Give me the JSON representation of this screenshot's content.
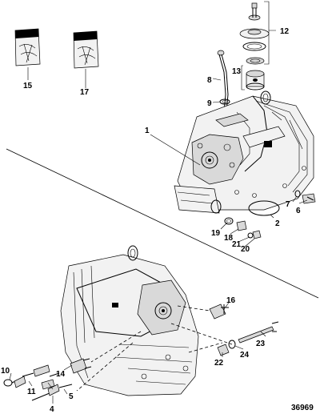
{
  "figure_number": "36969",
  "callouts": {
    "c1": "1",
    "c2": "2",
    "c4": "4",
    "c5": "5",
    "c6": "6",
    "c7": "7",
    "c8": "8",
    "c9": "9",
    "c10": "10",
    "c11": "11",
    "c12": "12",
    "c13": "13",
    "c14": "14",
    "c15": "15",
    "c16": "16",
    "c17": "17",
    "c18": "18",
    "c19": "19",
    "c20": "20",
    "c21": "21",
    "c22": "22",
    "c23": "23",
    "c24": "24"
  }
}
